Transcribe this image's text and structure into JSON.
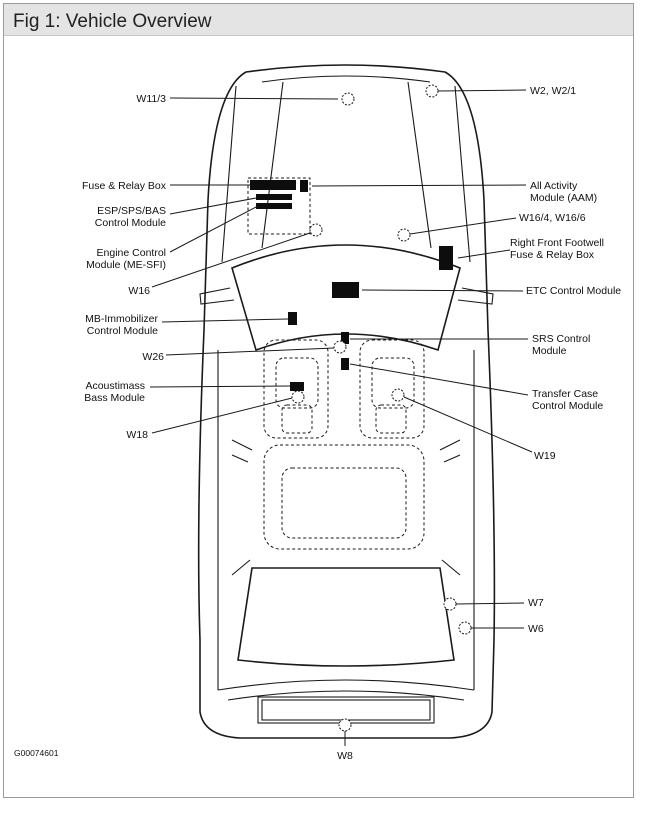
{
  "window": {
    "title": "Fig 1: Vehicle Overview"
  },
  "figure_code": "G00074601",
  "labels": {
    "w11_3": "W11/3",
    "w2": "W2, W2/1",
    "fuse_relay_box": "Fuse & Relay Box",
    "aam_line1": "All Activity",
    "aam_line2": "Module (AAM)",
    "esp_line1": "ESP/SPS/BAS",
    "esp_line2": "Control Module",
    "w16_4": "W16/4, W16/6",
    "rffw_line1": "Right Front Footwell",
    "rffw_line2": "Fuse & Relay Box",
    "ecm_line1": "Engine Control",
    "ecm_line2": "Module (ME-SFI)",
    "w16": "W16",
    "etc": "ETC Control Module",
    "mbi_line1": "MB-Immobilizer",
    "mbi_line2": "Control Module",
    "srs_line1": "SRS Control",
    "srs_line2": "Module",
    "w26": "W26",
    "ac_line1": "Acoustimass",
    "ac_line2": "Bass Module",
    "tc_line1": "Transfer Case",
    "tc_line2": "Control Module",
    "w18": "W18",
    "w19": "W19",
    "w7": "W7",
    "w6": "W6",
    "w8": "W8"
  }
}
